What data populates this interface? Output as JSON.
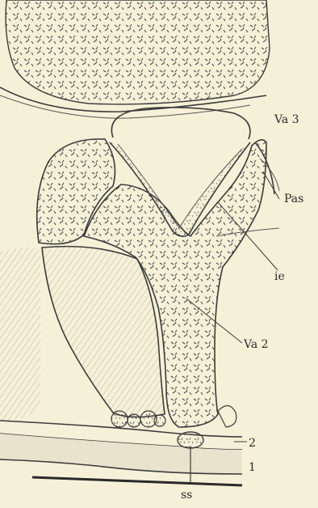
{
  "labels": {
    "va3": "Va 3",
    "pas": "Pas",
    "ie": "ie",
    "va2": "Va 2",
    "n2": "2",
    "n1": "1",
    "ss": "ss"
  },
  "colors": {
    "paper": "#f5f1d8",
    "ink": "#3a3a3a",
    "tissue_fill": "#ede4cf",
    "stipple": "#4a4a4a"
  }
}
